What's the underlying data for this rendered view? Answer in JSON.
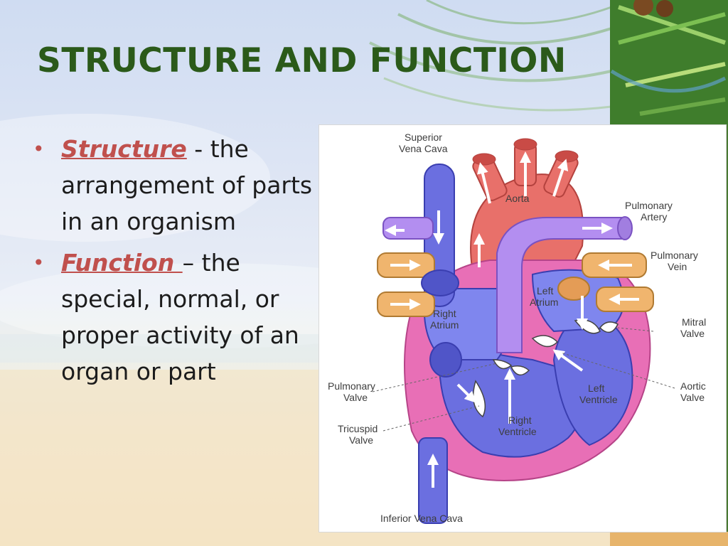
{
  "slide": {
    "title": "STRUCTURE AND FUNCTION",
    "bullets": [
      {
        "term": "Structure",
        "separator": " - ",
        "text": "the arrangement of parts in an organism"
      },
      {
        "term": "Function ",
        "separator": "– ",
        "text": "the special, normal, or proper activity of an organ or part"
      }
    ]
  },
  "diagram": {
    "labels": {
      "superior_vena_cava": [
        "Superior",
        "Vena Cava"
      ],
      "aorta": [
        "Aorta"
      ],
      "pulmonary_artery": [
        "Pulmonary",
        "Artery"
      ],
      "pulmonary_vein": [
        "Pulmonary",
        "Vein"
      ],
      "left_atrium": [
        "Left",
        "Atrium"
      ],
      "right_atrium": [
        "Right",
        "Atrium"
      ],
      "mitral_valve": [
        "Mitral",
        "Valve"
      ],
      "aortic_valve": [
        "Aortic",
        "Valve"
      ],
      "left_ventricle": [
        "Left",
        "Ventricle"
      ],
      "right_ventricle": [
        "Right",
        "Ventricle"
      ],
      "pulmonary_valve": [
        "Pulmonary",
        "Valve"
      ],
      "tricuspid_valve": [
        "Tricuspid",
        "Valve"
      ],
      "inferior_vena_cava": [
        "Inferior Vena Cava"
      ]
    }
  },
  "colors": {
    "title": "#2b5a1a",
    "term": "#c0504d",
    "deoxygenated": "#6b6fe0",
    "oxygenated": "#e8706a",
    "vein": "#f0b56e",
    "wall": "#e86fb6"
  }
}
